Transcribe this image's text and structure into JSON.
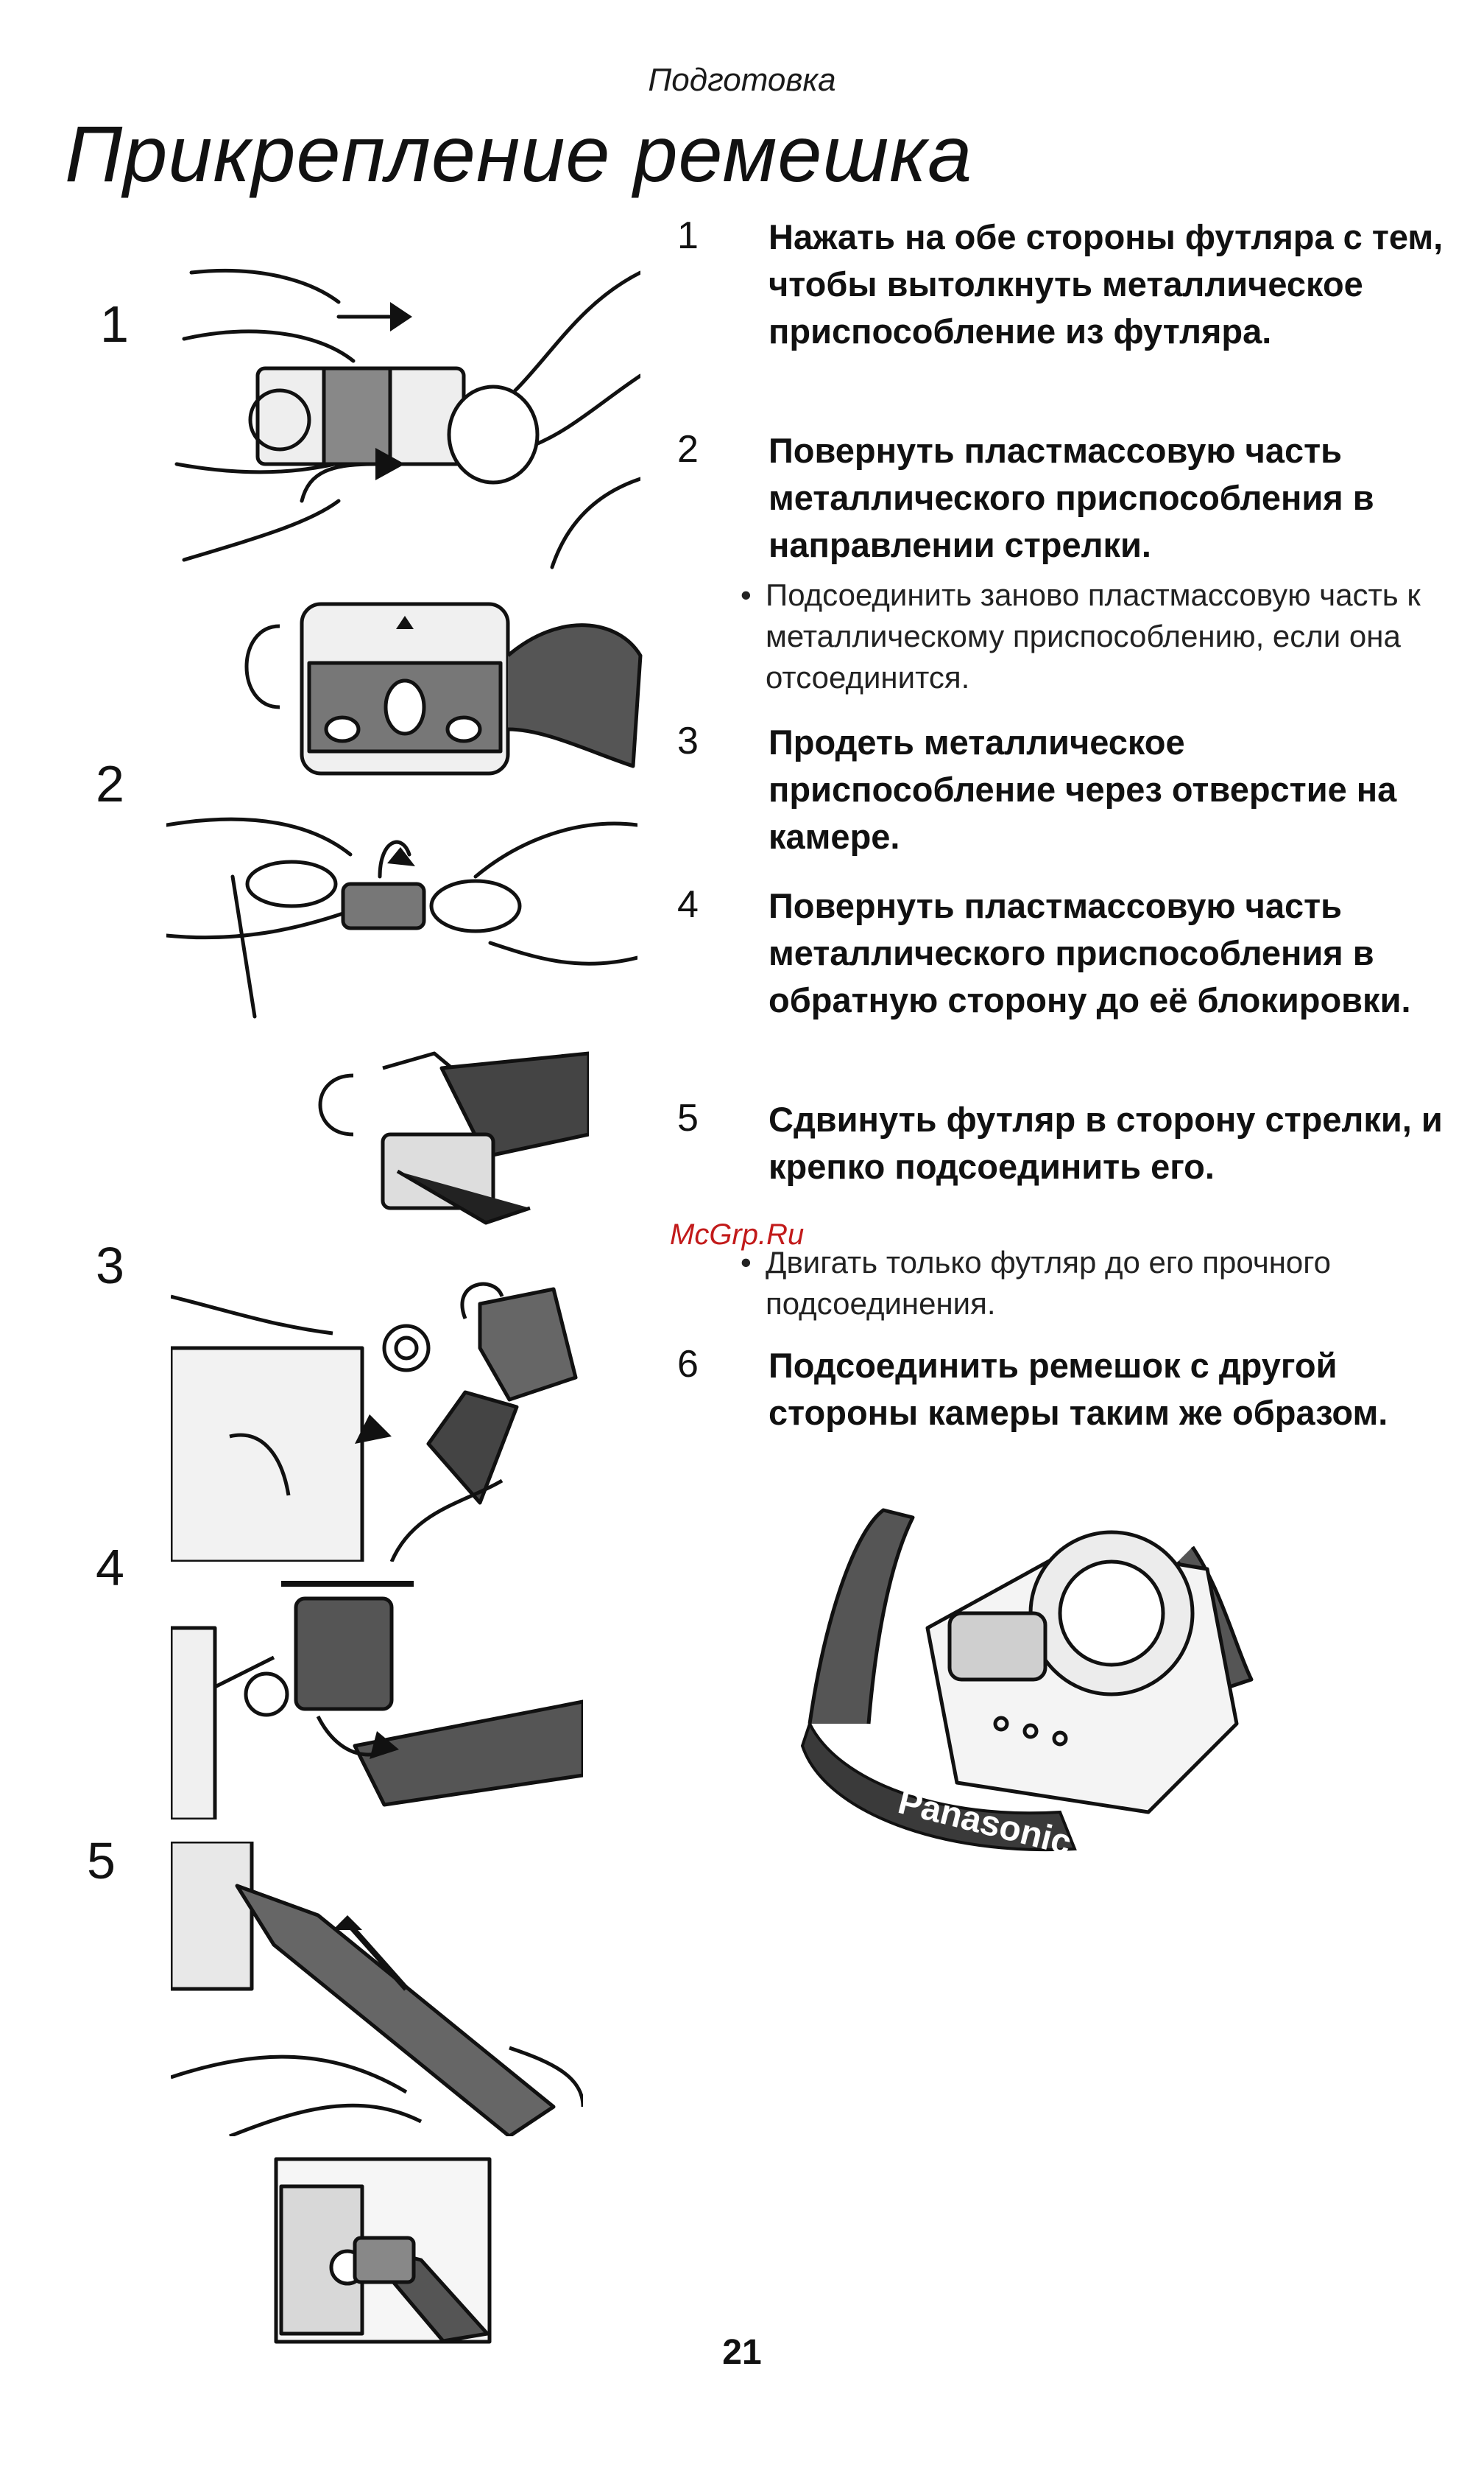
{
  "header": {
    "section": "Подготовка",
    "title": "Прикрепление ремешка"
  },
  "steps": [
    {
      "number": "1",
      "text": "Нажать на обе стороны футляра с тем, чтобы вытолкнуть металлическое приспособление из футляра."
    },
    {
      "number": "2",
      "text": "Повернуть пластмассовую часть металлического приспособления в направлении стрелки.",
      "note": "Подсоединить заново пластмассовую часть к металлическому приспособлению, если она отсоединится."
    },
    {
      "number": "3",
      "text": "Продеть металлическое приспособление через отверстие на камере."
    },
    {
      "number": "4",
      "text": "Повернуть пластмассовую часть металлического приспособления в обратную сторону до её блокировки."
    },
    {
      "number": "5",
      "text": "Сдвинуть футляр в сторону стрелки, и крепко подсоединить его.",
      "note": "Двигать только футляр до его прочного подсоединения."
    },
    {
      "number": "6",
      "text": "Подсоединить ремешок с другой стороны камеры таким же образом."
    }
  ],
  "figures": {
    "labels": [
      "1",
      "2",
      "3",
      "4",
      "5"
    ],
    "strap_brand": "Panasonic"
  },
  "watermark": "McGrp.Ru",
  "footer": {
    "page_number": "21"
  },
  "colors": {
    "ink": "#111111",
    "watermark": "#c21a1a",
    "paper": "#ffffff"
  }
}
